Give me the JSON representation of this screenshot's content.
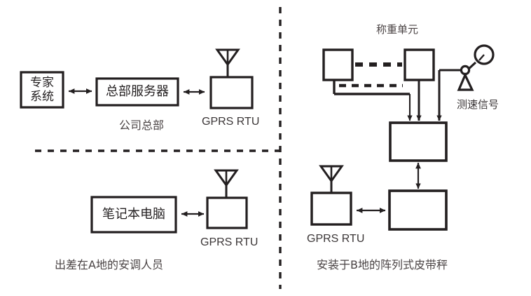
{
  "diagram": {
    "title_hidden": "",
    "colors": {
      "stroke": "#231f20",
      "text": "#3b3637",
      "background": "#ffffff"
    },
    "left_panel": {
      "top_section": {
        "expert_system_box": "专家系统",
        "expert_system_line1": "专家",
        "expert_system_line2": "系统",
        "hq_server_box": "总部服务器",
        "hq_caption": "公司总部",
        "rtu_label": "GPRS RTU"
      },
      "bottom_section": {
        "laptop_box": "笔记本电脑",
        "rtu_label": "GPRS RTU",
        "caption": "出差在A地的安调人员"
      }
    },
    "right_panel": {
      "weighing_title": "称重单元",
      "speed_signal_label": "测速信号",
      "rtu_label": "GPRS RTU",
      "caption": "安装于B地的阵列式皮带秤",
      "unit_boxes": [
        "",
        ""
      ],
      "controller_box": "",
      "terminal_box": ""
    }
  }
}
